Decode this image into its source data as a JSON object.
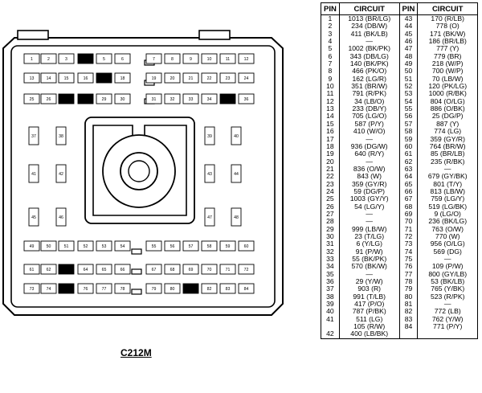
{
  "connector_name": "C212M",
  "table": {
    "headers": [
      "PIN",
      "CIRCUIT",
      "PIN",
      "CIRCUIT"
    ],
    "rows": [
      [
        "1",
        "1013 (BR/LG)",
        "43",
        "170 (R/LB)"
      ],
      [
        "2",
        "234 (DB/W)",
        "44",
        "778 (O)"
      ],
      [
        "3",
        "411 (BK/LB)",
        "45",
        "171 (BK/W)"
      ],
      [
        "4",
        "—",
        "46",
        "186 (BR/LB)"
      ],
      [
        "5",
        "1002 (BK/PK)",
        "47",
        "777 (Y)"
      ],
      [
        "6",
        "343 (DB/LG)",
        "48",
        "779 (BR)"
      ],
      [
        "7",
        "140 (BK/PK)",
        "49",
        "218 (W/P)"
      ],
      [
        "8",
        "466 (PK/O)",
        "50",
        "700 (W/P)"
      ],
      [
        "9",
        "162 (LG/R)",
        "51",
        "70 (LB/W)"
      ],
      [
        "10",
        "351 (BR/W)",
        "52",
        "120 (PK/LG)"
      ],
      [
        "11",
        "791 (R/PK)",
        "53",
        "1000 (R/BK)"
      ],
      [
        "12",
        "34 (LB/O)",
        "54",
        "804 (O/LG)"
      ],
      [
        "13",
        "233 (DB/Y)",
        "55",
        "886 (O/BK)"
      ],
      [
        "14",
        "705 (LG/O)",
        "56",
        "25 (DG/P)"
      ],
      [
        "15",
        "587 (P/Y)",
        "57",
        "887 (Y)"
      ],
      [
        "16",
        "410 (W/O)",
        "58",
        "774 (LG)"
      ],
      [
        "17",
        "—",
        "59",
        "359 (GY/R)"
      ],
      [
        "18",
        "936 (DG/W)",
        "60",
        "764 (BR/W)"
      ],
      [
        "19",
        "640 (R/Y)",
        "61",
        "85 (BR/LB)"
      ],
      [
        "20",
        "—",
        "62",
        "235 (R/BK)"
      ],
      [
        "21",
        "836 (O/W)",
        "63",
        "—"
      ],
      [
        "22",
        "843 (W)",
        "64",
        "679 (GY/BK)"
      ],
      [
        "23",
        "359 (GY/R)",
        "65",
        "801 (T/Y)"
      ],
      [
        "24",
        "59 (DG/P)",
        "66",
        "813 (LB/W)"
      ],
      [
        "25",
        "1003 (GY/Y)",
        "67",
        "759 (LG/Y)"
      ],
      [
        "26",
        "54 (LG/Y)",
        "68",
        "519 (LG/BK)"
      ],
      [
        "27",
        "—",
        "69",
        "9 (LG/O)"
      ],
      [
        "28",
        "—",
        "70",
        "236 (BK/LG)"
      ],
      [
        "29",
        "999 (LB/W)",
        "71",
        "763 (O/W)"
      ],
      [
        "30",
        "23 (T/LG)",
        "72",
        "770 (W)"
      ],
      [
        "31",
        "6 (Y/LG)",
        "73",
        "956 (O/LG)"
      ],
      [
        "32",
        "91 (P/W)",
        "74",
        "569 (DG)"
      ],
      [
        "33",
        "55 (BK/PK)",
        "75",
        "—"
      ],
      [
        "34",
        "570 (BK/W)",
        "76",
        "109 (P/W)"
      ],
      [
        "35",
        "—",
        "77",
        "800 (GY/LB)"
      ],
      [
        "36",
        "29 (Y/W)",
        "78",
        "53 (BK/LB)"
      ],
      [
        "37",
        "903 (R)",
        "79",
        "765 (Y/BK)"
      ],
      [
        "38",
        "991 (T/LB)",
        "80",
        "523 (R/PK)"
      ],
      [
        "39",
        "417 (P/O)",
        "81",
        "—"
      ],
      [
        "40",
        "787 (P/BK)",
        "82",
        "772 (LB)"
      ],
      [
        "41",
        "511 (LG)",
        "83",
        "762 (Y/W)"
      ],
      [
        "",
        "105 (R/W)",
        "84",
        "771 (P/Y)"
      ],
      [
        "42",
        "400 (LB/BK)",
        "",
        ""
      ]
    ]
  },
  "cavities": [
    {
      "label": "1"
    },
    {
      "label": "2"
    },
    {
      "label": "3"
    },
    {
      "label": "",
      "blocked": true
    },
    {
      "label": "5"
    },
    {
      "label": "6"
    },
    {
      "label": "7"
    },
    {
      "label": "8"
    },
    {
      "label": "9"
    },
    {
      "label": "10"
    },
    {
      "label": "11"
    },
    {
      "label": "12"
    },
    {
      "label": "13"
    },
    {
      "label": "14"
    },
    {
      "label": "15"
    },
    {
      "label": "16"
    },
    {
      "label": "",
      "blocked": true
    },
    {
      "label": "18"
    },
    {
      "label": "19"
    },
    {
      "label": "20"
    },
    {
      "label": "21"
    },
    {
      "label": "22"
    },
    {
      "label": "23"
    },
    {
      "label": "24"
    },
    {
      "label": "25"
    },
    {
      "label": "26"
    },
    {
      "label": "",
      "blocked": true
    },
    {
      "label": "",
      "blocked": true
    },
    {
      "label": "29"
    },
    {
      "label": "30"
    },
    {
      "label": "31"
    },
    {
      "label": "32"
    },
    {
      "label": "33"
    },
    {
      "label": "34"
    },
    {
      "label": "",
      "blocked": true
    },
    {
      "label": "36"
    },
    {
      "label": "37"
    },
    {
      "label": "38"
    },
    {
      "label": "39"
    },
    {
      "label": "40"
    },
    {
      "label": "41"
    },
    {
      "label": "42"
    },
    {
      "label": "43"
    },
    {
      "label": "44"
    },
    {
      "label": "45"
    },
    {
      "label": "46"
    },
    {
      "label": "47"
    },
    {
      "label": "48"
    },
    {
      "label": "49"
    },
    {
      "label": "50"
    },
    {
      "label": "51"
    },
    {
      "label": "52"
    },
    {
      "label": "53"
    },
    {
      "label": "54"
    },
    {
      "label": "55"
    },
    {
      "label": "56"
    },
    {
      "label": "57"
    },
    {
      "label": "58"
    },
    {
      "label": "59"
    },
    {
      "label": "60"
    },
    {
      "label": "61"
    },
    {
      "label": "62"
    },
    {
      "label": "",
      "blocked": true
    },
    {
      "label": "64"
    },
    {
      "label": "65"
    },
    {
      "label": "66"
    },
    {
      "label": "67"
    },
    {
      "label": "68"
    },
    {
      "label": "69"
    },
    {
      "label": "70"
    },
    {
      "label": "71"
    },
    {
      "label": "72"
    },
    {
      "label": "73"
    },
    {
      "label": "74"
    },
    {
      "label": "",
      "blocked": true
    },
    {
      "label": "76"
    },
    {
      "label": "77"
    },
    {
      "label": "78"
    },
    {
      "label": "79"
    },
    {
      "label": "80"
    },
    {
      "label": "",
      "blocked": true
    },
    {
      "label": "82"
    },
    {
      "label": "83"
    },
    {
      "label": "84"
    }
  ]
}
